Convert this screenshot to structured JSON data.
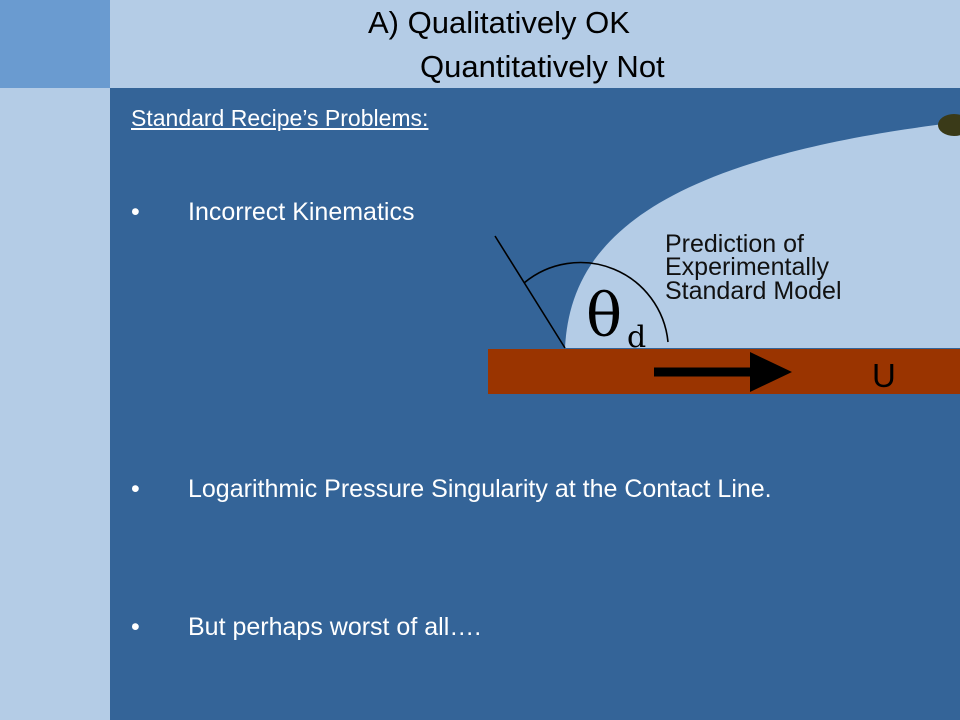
{
  "title": {
    "line1": "A)  Qualitatively OK",
    "line2": "Quantitatively Not"
  },
  "heading": "Standard Recipe’s Problems:",
  "bullets": [
    {
      "marker": "•",
      "text": "Incorrect Kinematics"
    },
    {
      "marker": "•",
      "text": "Logarithmic Pressure Singularity at the Contact Line."
    },
    {
      "marker": "•",
      "text": "But perhaps worst of all…."
    }
  ],
  "diagram": {
    "theta_symbol": "θ",
    "theta_subscript": "d",
    "velocity_label": "U",
    "prediction_lines": [
      "Prediction of",
      "Experimentally",
      "Standard Model"
    ]
  },
  "colors": {
    "slide_background": "#b4cce6",
    "corner_accent": "#6a9bd0",
    "content_panel": "#346498",
    "drop": "#b4cce6",
    "substrate": "#9a3400",
    "marker_dot": "#3a3a18"
  }
}
